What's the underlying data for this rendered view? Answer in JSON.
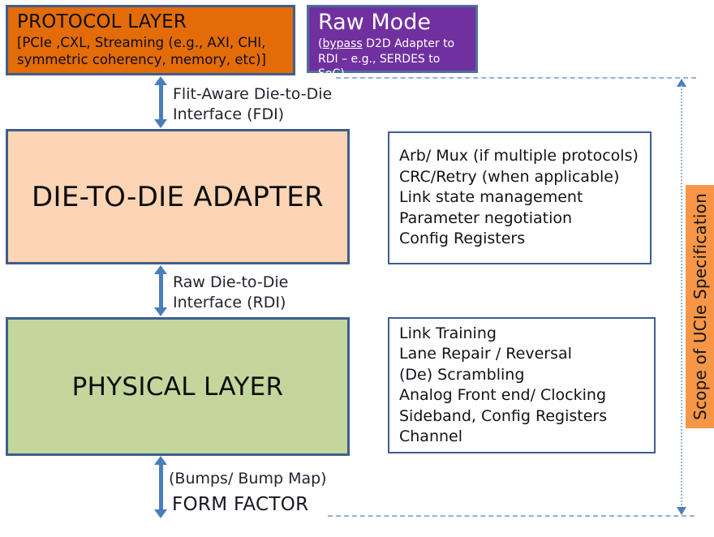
{
  "protocol_layer": {
    "title": "PROTOCOL LAYER",
    "subtitle_line1": "[PCIe ,CXL, Streaming (e.g., AXI, CHI,",
    "subtitle_line2": "symmetric coherency, memory, etc)]"
  },
  "raw_mode": {
    "title": "Raw Mode",
    "sub_prefix": "(",
    "sub_underlined": "bypass",
    "sub_rest": " D2D Adapter to",
    "sub_line2": "RDI – e.g., SERDES to SoC)"
  },
  "fdi": {
    "line1": "Flit-Aware Die-to-Die",
    "line2": "Interface (FDI)"
  },
  "adapter": {
    "title": "DIE-TO-DIE ADAPTER"
  },
  "adapter_functions": [
    "Arb/ Mux (if multiple protocols)",
    "CRC/Retry (when applicable)",
    "Link state management",
    "Parameter negotiation",
    "Config Registers"
  ],
  "rdi": {
    "line1": "Raw Die-to-Die",
    "line2": "Interface (RDI)"
  },
  "physical": {
    "title": "PHYSICAL LAYER"
  },
  "physical_functions": [
    "Link Training",
    "Lane Repair / Reversal",
    "(De) Scrambling",
    "Analog Front end/ Clocking",
    "Sideband, Config Registers",
    "Channel"
  ],
  "bumps_label": "(Bumps/ Bump Map)",
  "form_factor": "FORM FACTOR",
  "scope_label": "Scope of UCIe Specification",
  "colors": {
    "protocol_bg": "#e36c09",
    "raw_mode_bg": "#7030a0",
    "adapter_bg": "#fcd5b4",
    "physical_bg": "#c3d69b",
    "scope_bg": "#f79646",
    "box_border": "#3d5e8e",
    "arrow": "#4a7ebb",
    "dashed_line": "#95b3d7"
  }
}
